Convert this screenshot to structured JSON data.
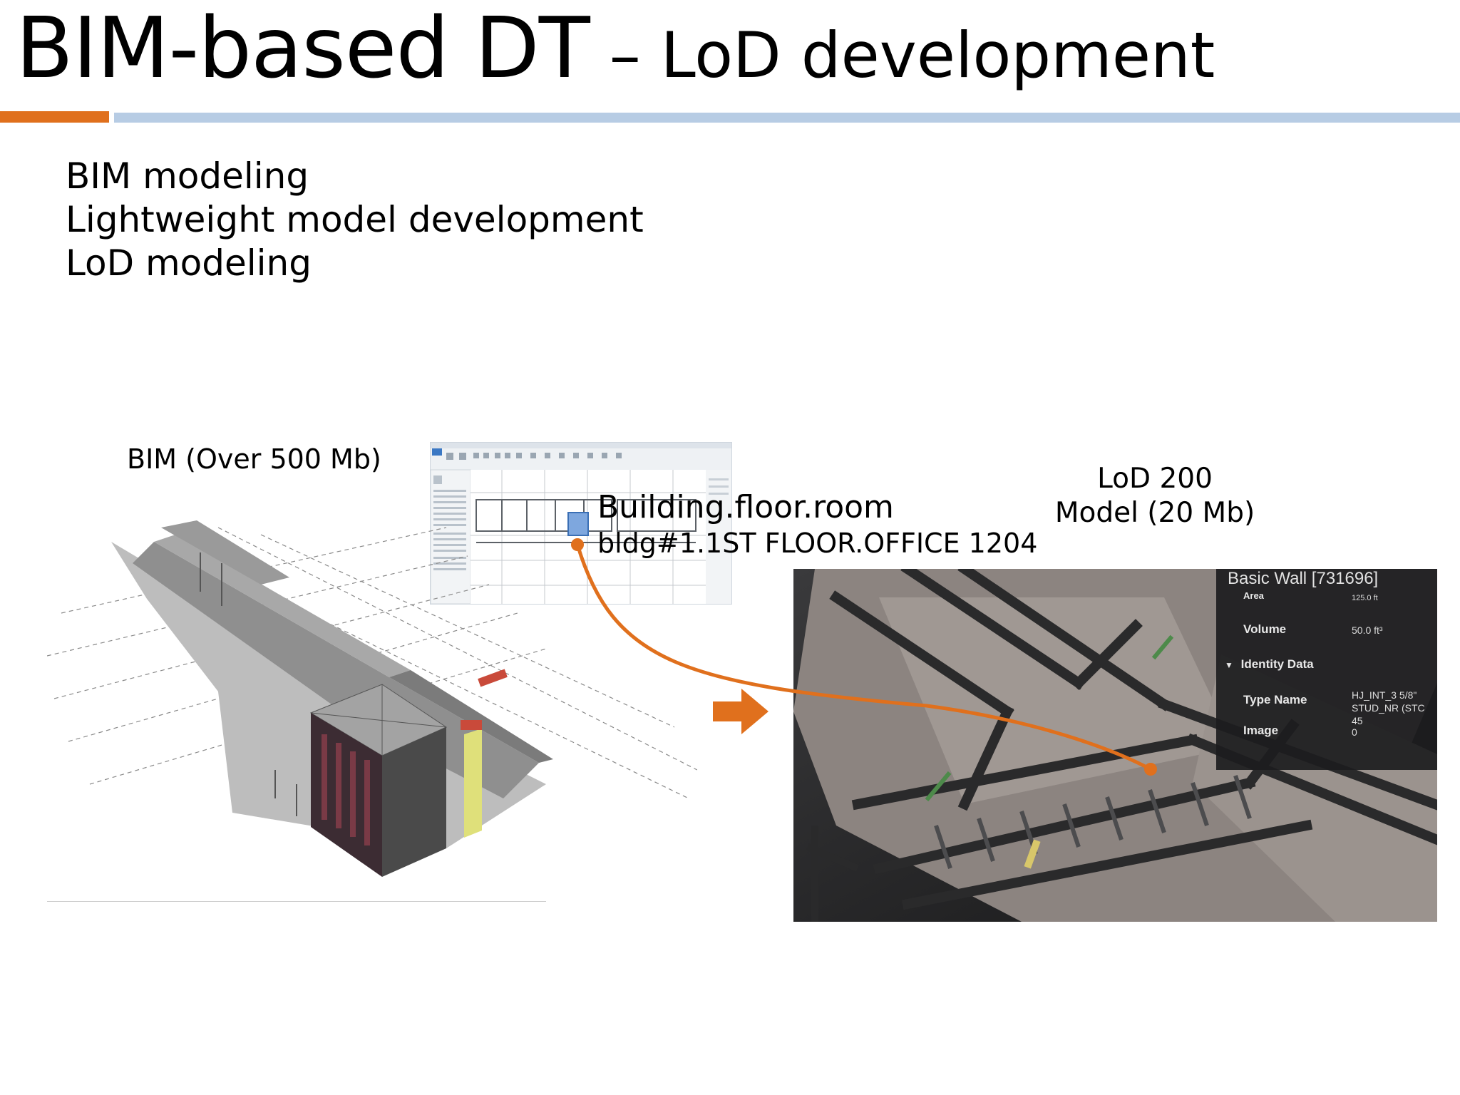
{
  "title": {
    "main": "BIM-based DT",
    "sub": " – LoD development"
  },
  "bullets": [
    "BIM modeling",
    "Lightweight model development",
    "LoD modeling"
  ],
  "labels": {
    "bim": "BIM (Over 500 Mb)",
    "lod_line1": "LoD 200",
    "lod_line2": "Model (20 Mb)",
    "hierarchy": "Building.floor.room",
    "instance": "bldg#1.1ST FLOOR.OFFICE 1204"
  },
  "viewer_panel": {
    "header": "Basic Wall [731696]",
    "area_label": "Area",
    "area_value": "125.0 ft",
    "volume_label": "Volume",
    "volume_value": "50.0 ft³",
    "section_label": "Identity Data",
    "type_name_label": "Type Name",
    "type_name_value_1": "HJ_INT_3 5/8\"",
    "type_name_value_2": "STUD_NR (STC 45",
    "image_label": "Image",
    "image_value": "0"
  },
  "colors": {
    "accent_orange": "#e0701d",
    "rule_blue": "#b7cce4",
    "viewer_bg": "#1f1f21"
  },
  "icons": {
    "transition_arrow": "right-arrow-icon",
    "section_toggle": "caret-down-icon"
  }
}
